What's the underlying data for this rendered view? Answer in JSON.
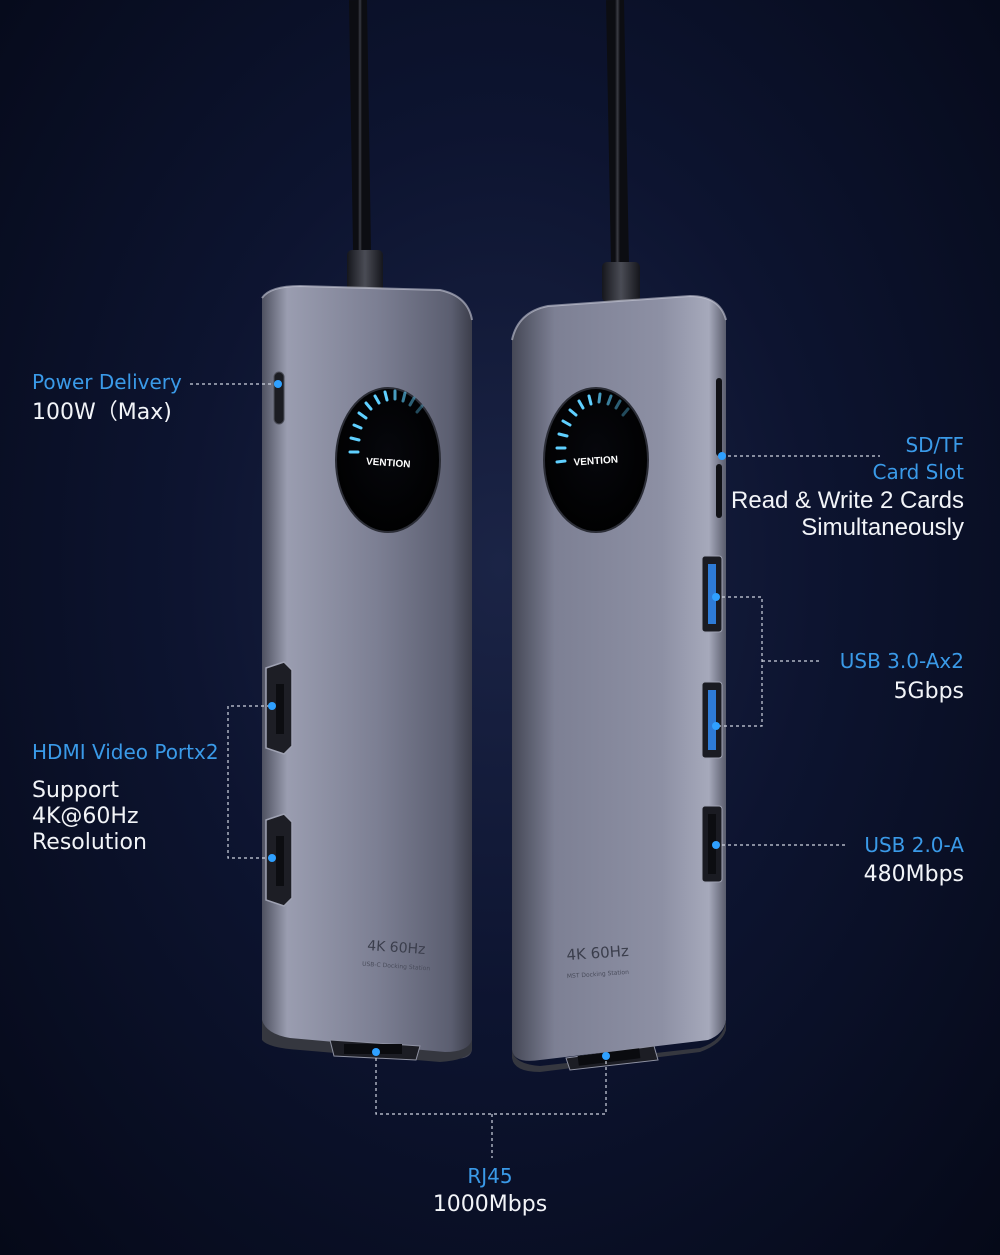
{
  "brand": {
    "logo_text": "VENTION",
    "left_hub_badge": "4K 60Hz",
    "left_hub_caption": "USB-C Docking Station",
    "right_hub_badge": "4K 60Hz",
    "right_hub_caption": "MST Docking Station"
  },
  "callouts": {
    "power_delivery": {
      "title": "Power Delivery",
      "subtitle": "100W（Max)"
    },
    "hdmi": {
      "title": "HDMI Video Portx2",
      "line1": "Support",
      "line2": "4K@60Hz",
      "line3": "Resolution"
    },
    "sd_tf": {
      "title_line1": "SD/TF",
      "title_line2": "Card Slot",
      "subtitle_line1": "Read & Write 2 Cards",
      "subtitle_line2": "Simultaneously"
    },
    "usb3": {
      "title": "USB 3.0-Ax2",
      "subtitle": "5Gbps"
    },
    "usb2": {
      "title": "USB 2.0-A",
      "subtitle": "480Mbps"
    },
    "rj45": {
      "title": "RJ45",
      "subtitle": "1000Mbps"
    }
  },
  "colors": {
    "accent": "#3a9ae8",
    "background": "#0d1430",
    "hub_body": "#8a8da0",
    "ring_glow": "#5fd0ff"
  }
}
